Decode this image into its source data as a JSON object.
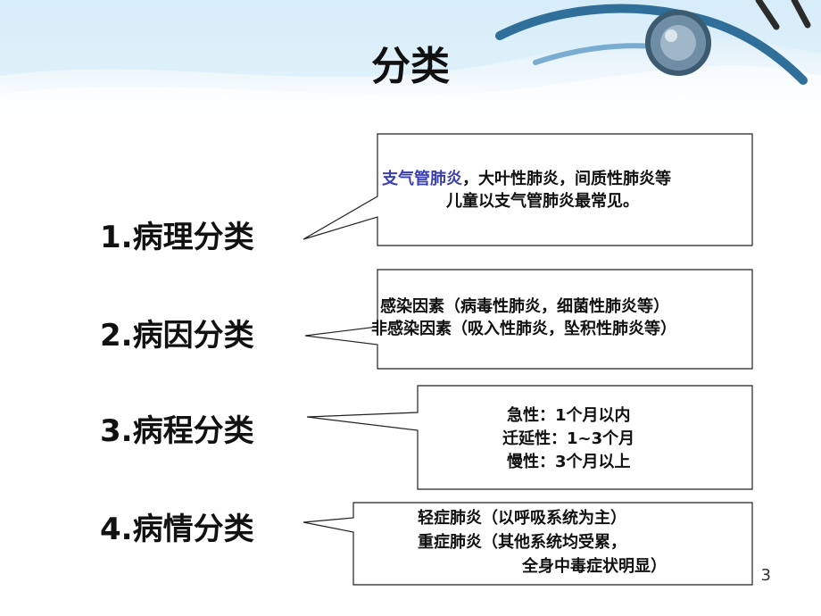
{
  "slide": {
    "title": "分类",
    "page_number": "3"
  },
  "categories": [
    {
      "label": "1.病理分类",
      "lines": [
        {
          "highlight": "支气管肺炎",
          "rest": "，大叶性肺炎，间质性肺炎等"
        },
        {
          "highlight": "",
          "rest": "儿童以支气管肺炎最常见。"
        }
      ]
    },
    {
      "label": "2.病因分类",
      "lines": [
        {
          "highlight": "",
          "rest": "感染因素（病毒性肺炎，细菌性肺炎等）"
        },
        {
          "highlight": "",
          "rest": "非感染因素（吸入性肺炎，坠积性肺炎等）"
        }
      ]
    },
    {
      "label": "3.病程分类",
      "lines": [
        {
          "highlight": "",
          "rest": "急性：1个月以内"
        },
        {
          "highlight": "",
          "rest": "迁延性：1~3个月"
        },
        {
          "highlight": "",
          "rest": "慢性：3个月以上"
        }
      ]
    },
    {
      "label": "4.病情分类",
      "lines": [
        {
          "highlight": "",
          "rest": "轻症肺炎（以呼吸系统为主）"
        },
        {
          "highlight": "",
          "rest": "重症肺炎（其他系统均受累，"
        },
        {
          "highlight": "",
          "rest": "全身中毒症状明显）"
        }
      ]
    }
  ],
  "colors": {
    "highlight_text": "#3a3fb0",
    "header_blue": "#cfe8f6"
  },
  "decoration_icon": "stethoscope-icon"
}
